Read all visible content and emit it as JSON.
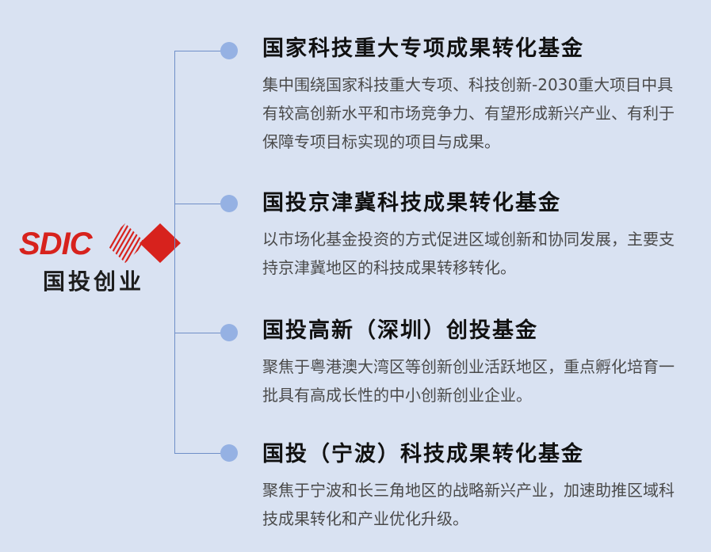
{
  "logo": {
    "en_text": "SDIC",
    "cn_text": "国投创业",
    "brand_color": "#d7221d"
  },
  "items": [
    {
      "title": "国家科技重大专项成果转化基金",
      "description": "集中围绕国家科技重大专项、科技创新-2030重大项目中具有较高创新水平和市场竞争力、有望形成新兴产业、有利于保障专项目标实现的项目与成果。"
    },
    {
      "title": "国投京津冀科技成果转化基金",
      "description": "以市场化基金投资的方式促进区域创新和协同发展，主要支持京津冀地区的科技成果转移转化。"
    },
    {
      "title": "国投高新（深圳）创投基金",
      "description": "聚焦于粤港澳大湾区等创新创业活跃地区，重点孵化培育一批具有高成长性的中小创新创业企业。"
    },
    {
      "title": "国投（宁波）科技成果转化基金",
      "description": "聚焦于宁波和长三角地区的战略新兴产业，加速助推区域科技成果转化和产业优化升级。"
    }
  ],
  "colors": {
    "background": "#d9e2f2",
    "connector": "#6f8fc8",
    "dot": "#95b1e3",
    "title": "#111111",
    "description": "#4a4a4a"
  }
}
